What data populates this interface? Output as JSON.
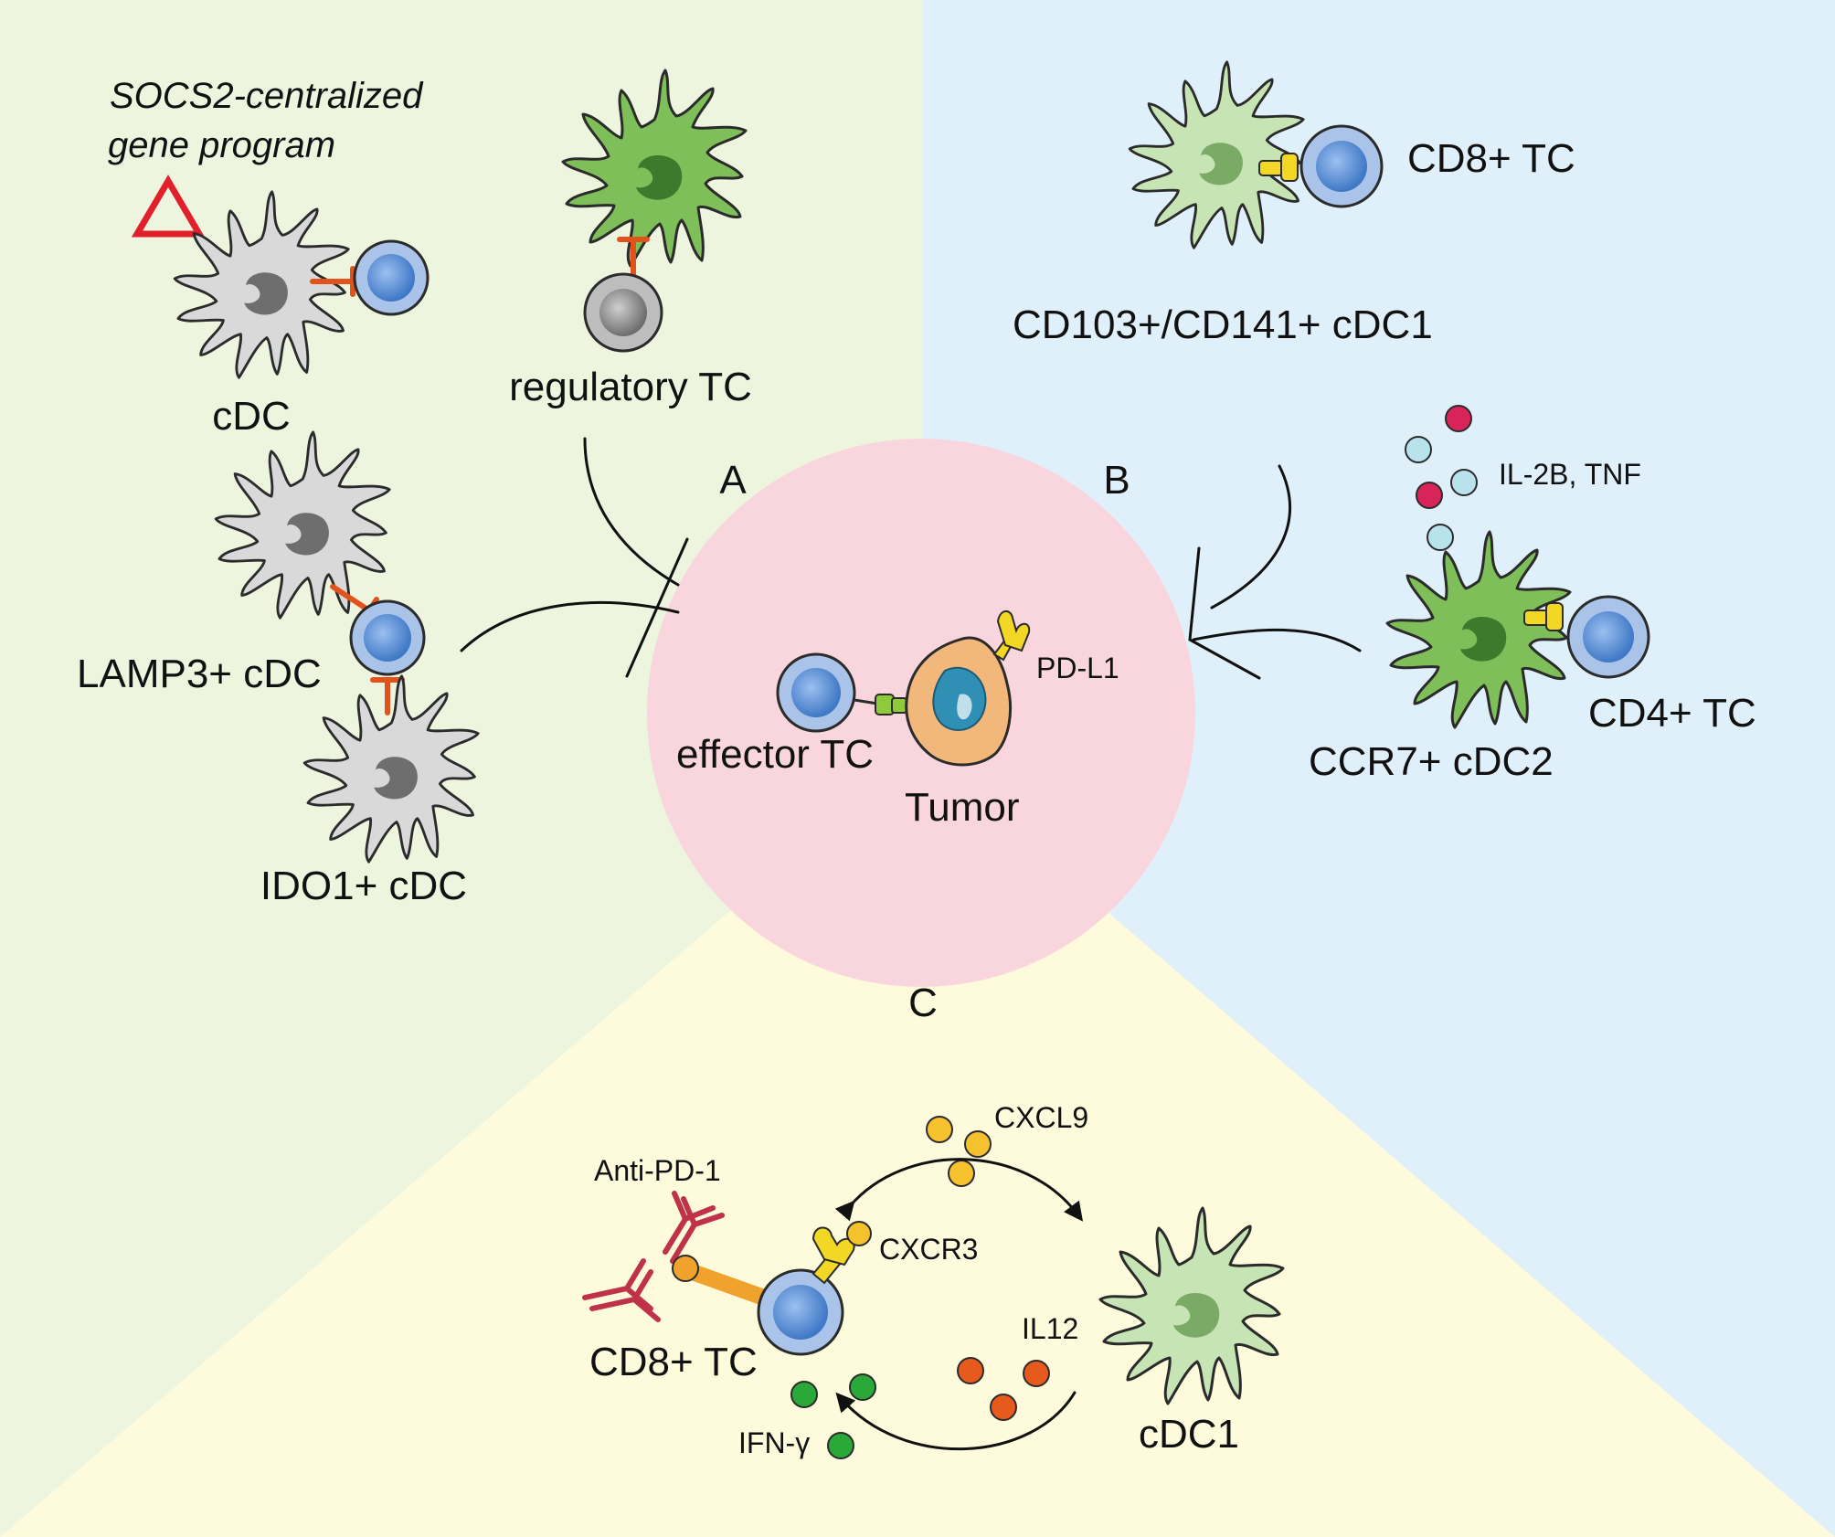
{
  "colors": {
    "panel_a": "#edf5df",
    "panel_b": "#dff0fb",
    "panel_c": "#fdfbdc",
    "tumor_circle": "#f9d6de",
    "dc_gray": "#d9d9d9",
    "dc_green": "#7fbf5a",
    "dc_light_green": "#c6e4b4",
    "t_cell": "#5b8fd4",
    "t_cell_ring": "#a9c4e8",
    "inhibition": "#e2531c",
    "triangle": "#e0202a",
    "cxcl9": "#f5c12d",
    "il12": "#e65a1e",
    "ifn": "#2aa838",
    "il2b": "#d9245a",
    "tnf": "#b9e3ec",
    "receptor": "#f2d824",
    "antibody": "#c0314a"
  },
  "icons": {
    "triangle": "up-pointing-triangle-outline",
    "dendritic_cell": "dendritic-cell-icon",
    "t_cell": "t-cell-icon",
    "tumor": "tumor-cell-icon"
  },
  "panels": {
    "a": {
      "letter": "A",
      "socs2_line1": "SOCS2-centralized",
      "socs2_line2": "gene program",
      "cdc": "cDC",
      "regulatory_tc": "regulatory TC",
      "lamp3_cdc": "LAMP3+ cDC",
      "ido1_cdc": "IDO1+ cDC"
    },
    "b": {
      "letter": "B",
      "cd8_tc": "CD8+ TC",
      "cdc1": "CD103+/CD141+ cDC1",
      "cytokines": "IL-2B, TNF",
      "ccr7_cdc2": "CCR7+ cDC2",
      "cd4_tc": "CD4+ TC"
    },
    "c": {
      "letter": "C",
      "cxcl9": "CXCL9",
      "anti_pd1": "Anti-PD-1",
      "cxcr3": "CXCR3",
      "il12": "IL12",
      "cd8_tc": "CD8+ TC",
      "ifn": "IFN-γ",
      "cdc1": "cDC1"
    }
  },
  "center": {
    "pd_l1": "PD-L1",
    "effector_tc": "effector TC",
    "tumor": "Tumor"
  }
}
